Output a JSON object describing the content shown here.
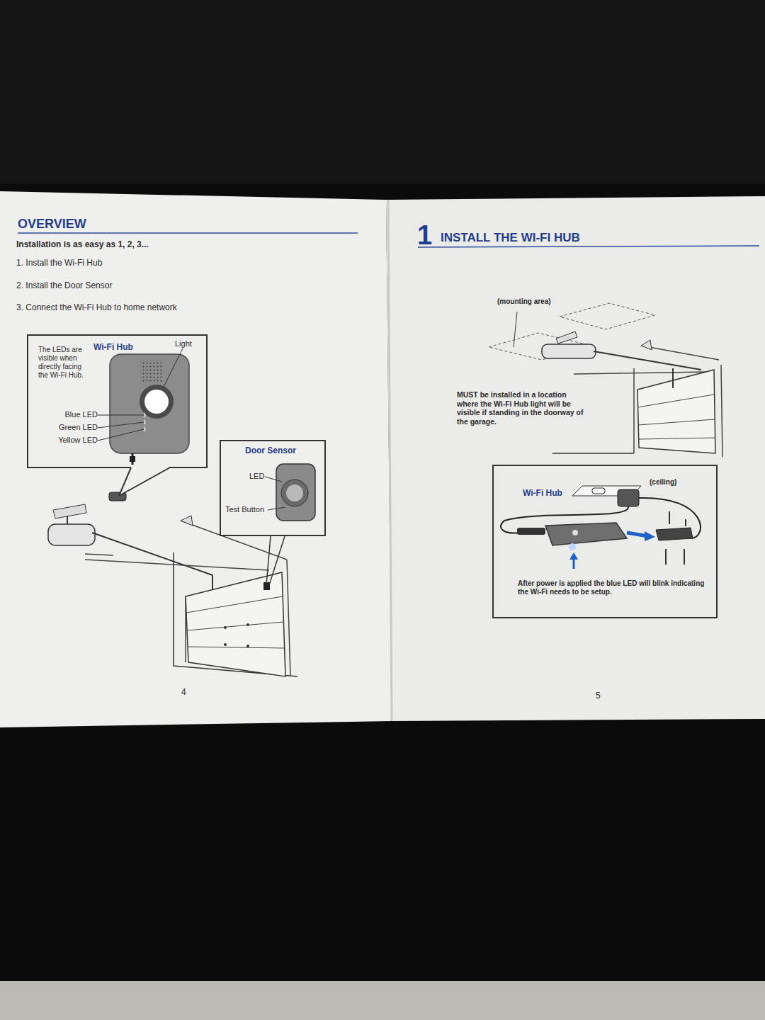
{
  "diagram": {
    "title": "OVERVIEW",
    "nodes": [
      {
        "text": [
          "The LEDs are visible when directly facing the Wi-Fi Hub.",
          "Wi-Fi Hub",
          "Light",
          "Blue LED",
          "Green LED",
          "Yellow LED"
        ]
      },
      {
        "text": [
          "Door Sensor",
          "LED",
          "Test Button"
        ]
      },
      {
        "text": [
          "Wi-Fi Hub",
          "(ceiling)",
          "After power is applied the blue LED will blink indicating the Wi-Fi needs to be setup."
        ]
      }
    ],
    "labels": [
      "Installation is as easy as 1, 2, 3...",
      "1. Install the Wi-Fi Hub",
      "2. Install the Door Sensor",
      "3. Connect the Wi-Fi Hub to home network",
      "4",
      "1",
      "INSTALL THE WI-FI HUB",
      "(mounting area)",
      "MUST be installed in a location where the Wi-Fi Hub light will be visible if standing in the doorway of the garage.",
      "5"
    ]
  }
}
